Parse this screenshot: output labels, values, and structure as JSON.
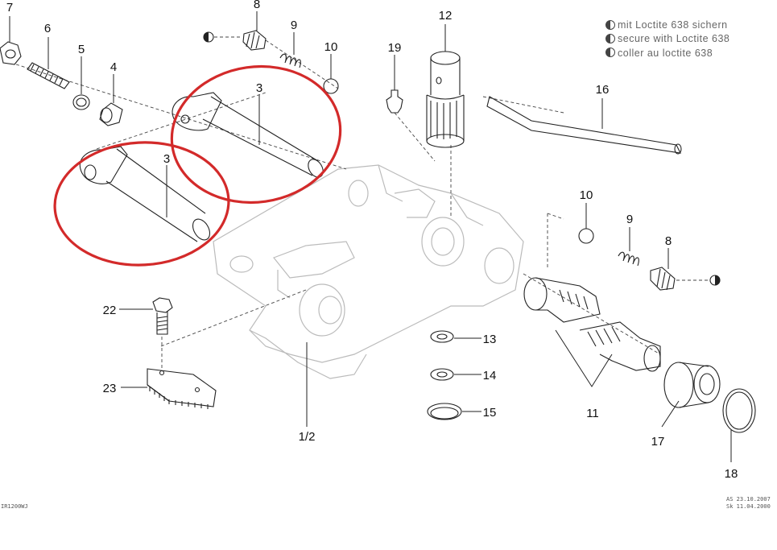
{
  "labels": {
    "p7": "7",
    "p6": "6",
    "p5": "5",
    "p4": "4",
    "p8a": "8",
    "p9a": "9",
    "p10a": "10",
    "p19": "19",
    "p12": "12",
    "p16": "16",
    "p3a": "3",
    "p3b": "3",
    "p10b": "10",
    "p9b": "9",
    "p8b": "8",
    "p22": "22",
    "p23": "23",
    "p13": "13",
    "p14": "14",
    "p15": "15",
    "p11": "11",
    "p17": "17",
    "p18": "18",
    "p12_body": "1/2"
  },
  "notes": [
    "mit Loctite 638 sichern",
    "secure with Loctite 638",
    "coller au loctite 638"
  ],
  "footer": {
    "drawing_id": "IR1200WJ",
    "date_line_1": "AS 23.10.2007",
    "date_line_2": "Sk 11.04.2000"
  },
  "colors": {
    "highlight": "#d32a2a",
    "line": "#222222",
    "ghost": "#bbbbbb"
  }
}
